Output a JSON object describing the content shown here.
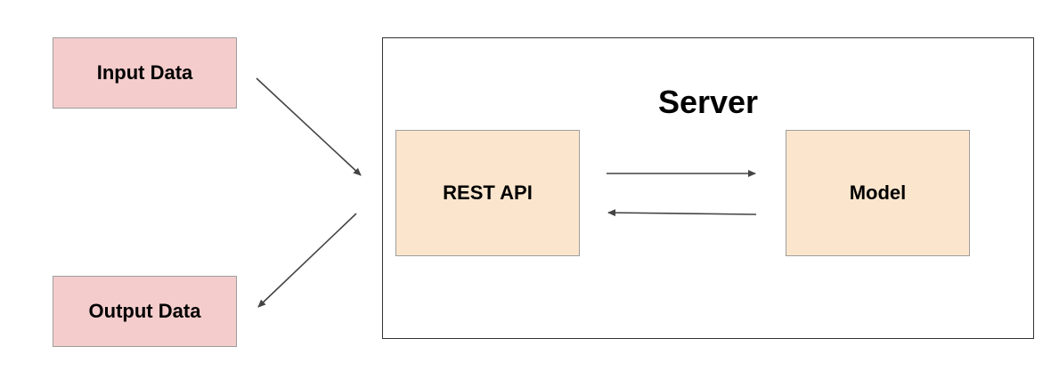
{
  "nodes": {
    "input": {
      "label": "Input Data"
    },
    "output": {
      "label": "Output Data"
    },
    "server": {
      "label": "Server"
    },
    "rest_api": {
      "label": "REST API"
    },
    "model": {
      "label": "Model"
    }
  },
  "edges": [
    {
      "from": "Input Data",
      "to": "Server"
    },
    {
      "from": "Server",
      "to": "Output Data"
    },
    {
      "from": "REST API",
      "to": "Model"
    },
    {
      "from": "Model",
      "to": "REST API"
    }
  ],
  "colors": {
    "io_fill": "#f4cccc",
    "inner_fill": "#fce5cd",
    "arrow": "#444444"
  }
}
